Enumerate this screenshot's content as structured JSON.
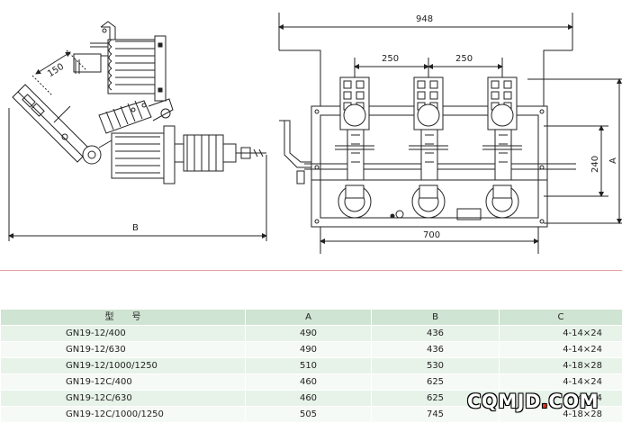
{
  "drawing": {
    "side_view": {
      "dim_150": "150",
      "dim_B": "B"
    },
    "front_view": {
      "dim_948": "948",
      "dim_250_left": "250",
      "dim_250_right": "250",
      "dim_240": "240",
      "dim_A": "A",
      "dim_700": "700"
    }
  },
  "table": {
    "headers": {
      "model": "型　　号",
      "a": "A",
      "b": "B",
      "c": "C"
    },
    "rows": [
      {
        "model": "GN19-12/400",
        "a": "490",
        "b": "436",
        "c": "4-14×24"
      },
      {
        "model": "GN19-12/630",
        "a": "490",
        "b": "436",
        "c": "4-14×24"
      },
      {
        "model": "GN19-12/1000/1250",
        "a": "510",
        "b": "530",
        "c": "4-18×28"
      },
      {
        "model": "GN19-12C/400",
        "a": "460",
        "b": "625",
        "c": "4-14×24"
      },
      {
        "model": "GN19-12C/630",
        "a": "460",
        "b": "625",
        "c": "4-14×24"
      },
      {
        "model": "GN19-12C/1000/1250",
        "a": "505",
        "b": "745",
        "c": "4-18×28"
      }
    ]
  },
  "watermark": {
    "left": "CQMJD",
    "dot": ".",
    "right": "COM"
  }
}
